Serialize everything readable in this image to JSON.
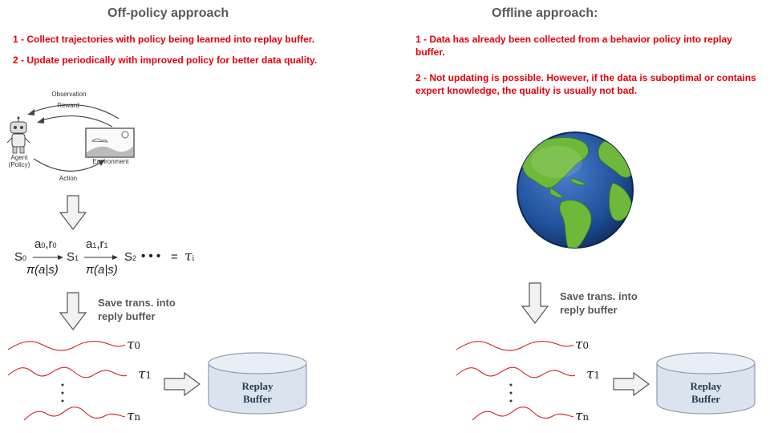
{
  "left": {
    "title": "Off-policy approach",
    "points": [
      "1 - Collect trajectories with policy being learned into replay buffer.",
      "2 - Update periodically with improved policy for better data quality."
    ],
    "rl_diagram": {
      "observation": "Observation",
      "reward": "Reward",
      "agent": "Agent",
      "policy": "(Policy)",
      "environment": "Environment",
      "action": "Action"
    },
    "chain": {
      "s0": "S",
      "s0_sub": "0",
      "a0": "a",
      "a0_sub": "0",
      "r0": "r",
      "r0_sub": "0",
      "pi1": "π(a|s)",
      "s1": "S",
      "s1_sub": "1",
      "a1": "a",
      "a1_sub": "1",
      "r1": "r",
      "r1_sub": "1",
      "pi2": "π(a|s)",
      "s2": "S",
      "s2_sub": "2",
      "dots": "• • •",
      "eq": "=",
      "tau": "τ",
      "tau_sub": "i"
    },
    "save_label": "Save trans. into\nreply buffer",
    "trajectories": [
      {
        "tau": "τ",
        "sub": "0"
      },
      {
        "tau": "τ",
        "sub": "1"
      },
      {
        "tau": "τ",
        "sub": "n"
      }
    ],
    "buffer_label": "Replay\nBuffer"
  },
  "right": {
    "title": "Offline approach:",
    "points": [
      "1 - Data has already been collected from a behavior policy into replay buffer.",
      "2 - Not updating is possible. However, if the data is suboptimal or contains expert knowledge, the quality is usually not bad."
    ],
    "save_label": "Save trans. into\nreply buffer",
    "trajectories": [
      {
        "tau": "τ",
        "sub": "0"
      },
      {
        "tau": "τ",
        "sub": "1"
      },
      {
        "tau": "τ",
        "sub": "n"
      }
    ],
    "buffer_label": "Replay\nBuffer"
  },
  "colors": {
    "accent_red": "#e8000b",
    "title_gray": "#595959",
    "buffer_fill": "#dbe3ef",
    "buffer_stroke": "#8f9db2"
  }
}
